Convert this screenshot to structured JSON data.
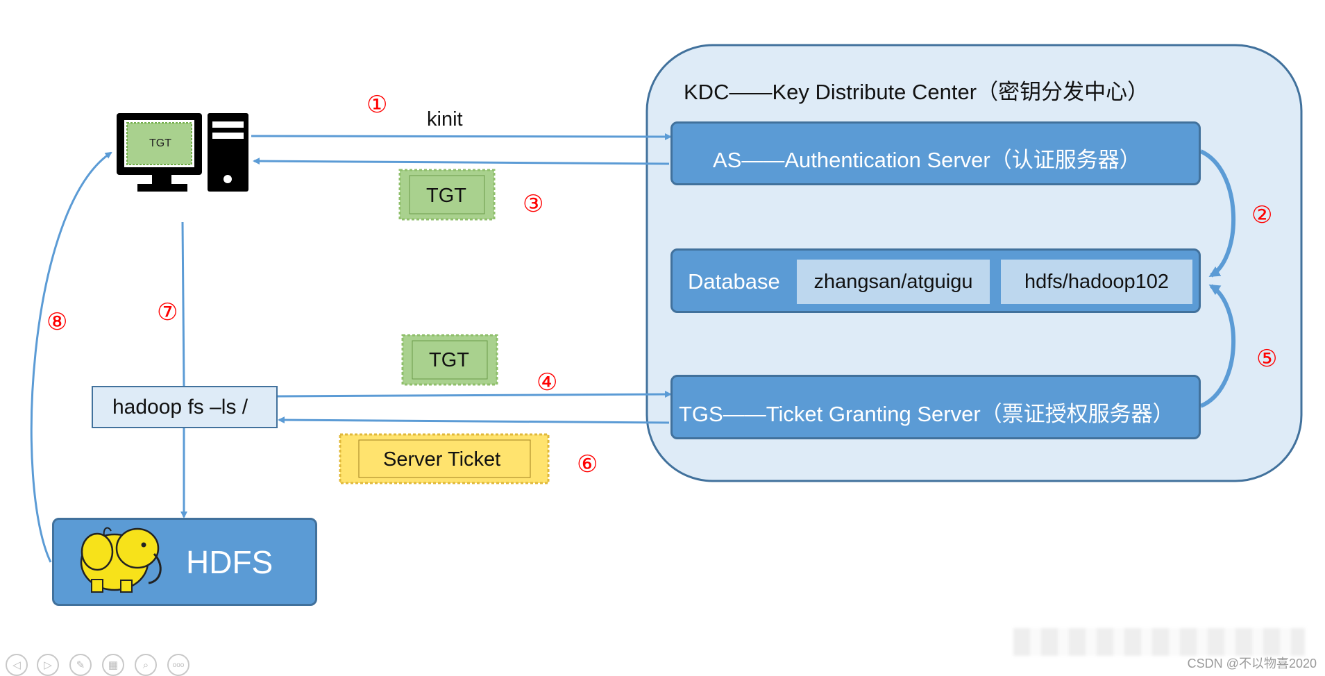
{
  "kdc": {
    "title": "KDC——Key Distribute Center（密钥分发中心）"
  },
  "as_server": {
    "label": "AS——Authentication Server（认证服务器）"
  },
  "database": {
    "label": "Database",
    "entries": [
      "zhangsan/atguigu",
      "hdfs/hadoop102"
    ]
  },
  "tgs_server": {
    "label": "TGS——Ticket Granting Server（票证授权服务器）"
  },
  "client": {
    "screen_ticket": "TGT"
  },
  "command": {
    "text": "hadoop fs –ls /"
  },
  "hdfs": {
    "label": "HDFS"
  },
  "flow": {
    "kinit_label": "kinit"
  },
  "tickets": {
    "tgt_return": "TGT",
    "tgt_send": "TGT",
    "server_ticket": "Server Ticket"
  },
  "steps": [
    "①",
    "②",
    "③",
    "④",
    "⑤",
    "⑥",
    "⑦",
    "⑧"
  ],
  "watermark": "CSDN @不以物喜2020",
  "toolbar": {
    "more_label": "ooo"
  },
  "colors": {
    "box_fill": "#5b9bd5",
    "box_border": "#41719c",
    "kdc_fill": "#deebf7",
    "cell_fill": "#bdd7ee",
    "arrow": "#5b9bd5",
    "step_red": "#ff0000",
    "tgt_green": "#a9d18e",
    "ticket_yellow": "#ffe36e"
  }
}
